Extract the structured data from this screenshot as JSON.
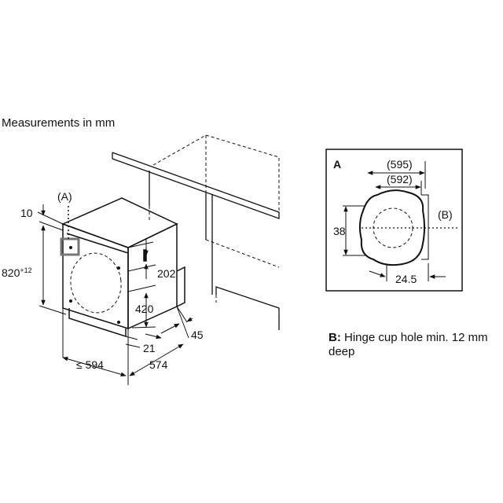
{
  "title": "Measurements in mm",
  "dimensions": {
    "d10": "10",
    "d820": "820",
    "d820_sup": "+12",
    "d202": "202",
    "d420": "420",
    "d45": "45",
    "d21": "21",
    "d594": "≤ 594",
    "d574": "574"
  },
  "callout_a": "(A)",
  "detail": {
    "label": "A",
    "d595": "(595)",
    "d592": "(592)",
    "d38": "38",
    "d24_5": "24.5",
    "callout_b": "(B)"
  },
  "note": {
    "key": "B:",
    "text": "Hinge cup hole min. 12 mm deep"
  }
}
